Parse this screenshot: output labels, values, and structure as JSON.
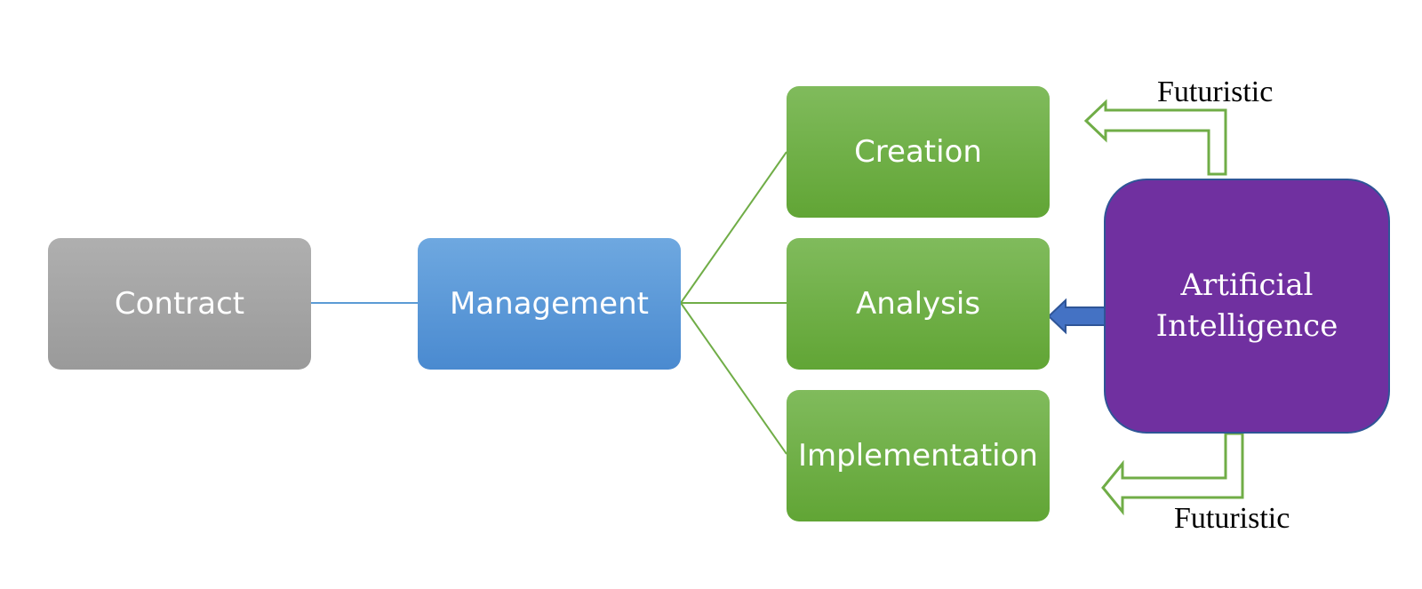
{
  "nodes": {
    "contract": "Contract",
    "management": "Management",
    "creation": "Creation",
    "analysis": "Analysis",
    "implementation": "Implementation",
    "ai_line1": "Artificial",
    "ai_line2": "Intelligence"
  },
  "labels": {
    "futuristic_top": "Futuristic",
    "futuristic_bottom": "Futuristic"
  },
  "colors": {
    "contract": "#a6a6a6",
    "management": "#5b9bd5",
    "green_boxes": "#70ad47",
    "ai_box": "#7030a0",
    "ai_border": "#2f5597",
    "connector_gray_blue": "#5b9bd5",
    "connector_green": "#70ad47",
    "arrow_blue": "#4472c4"
  }
}
